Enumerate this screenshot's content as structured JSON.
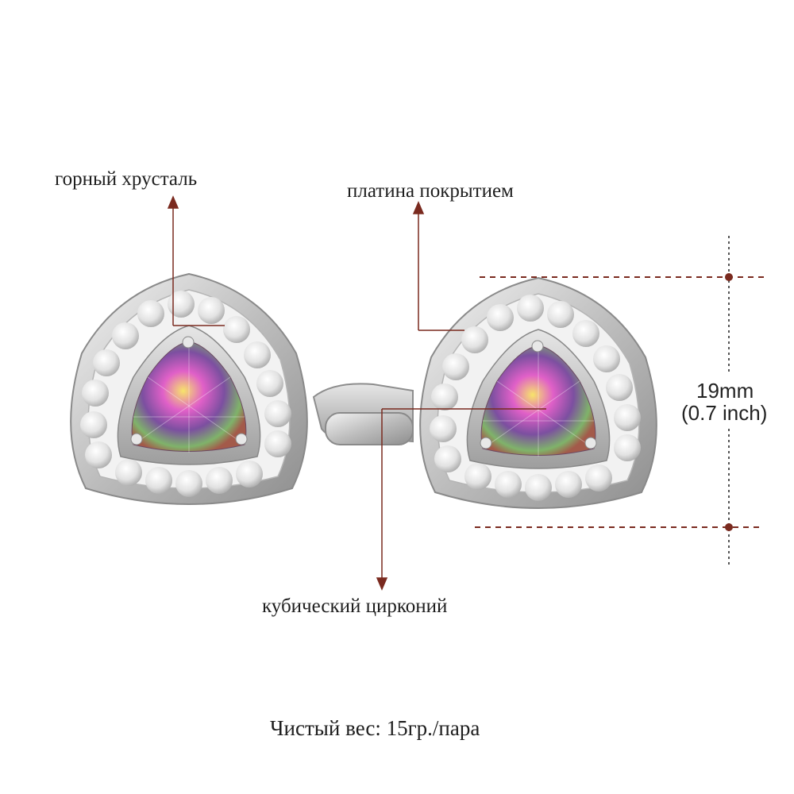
{
  "labels": {
    "rhinestone": "горный хрусталь",
    "plating": "платина покрытием",
    "zirconia": "кубический цирконий",
    "weight": "Чистый вес: 15гр./пара"
  },
  "dimension": {
    "mm": "19mm",
    "inch": "(0.7 inch)"
  },
  "colors": {
    "annotation_line": "#7a2a1f",
    "metal": "#d9d9d9",
    "gem_pink": "#c65ab5",
    "gem_green": "#b5c25a"
  }
}
